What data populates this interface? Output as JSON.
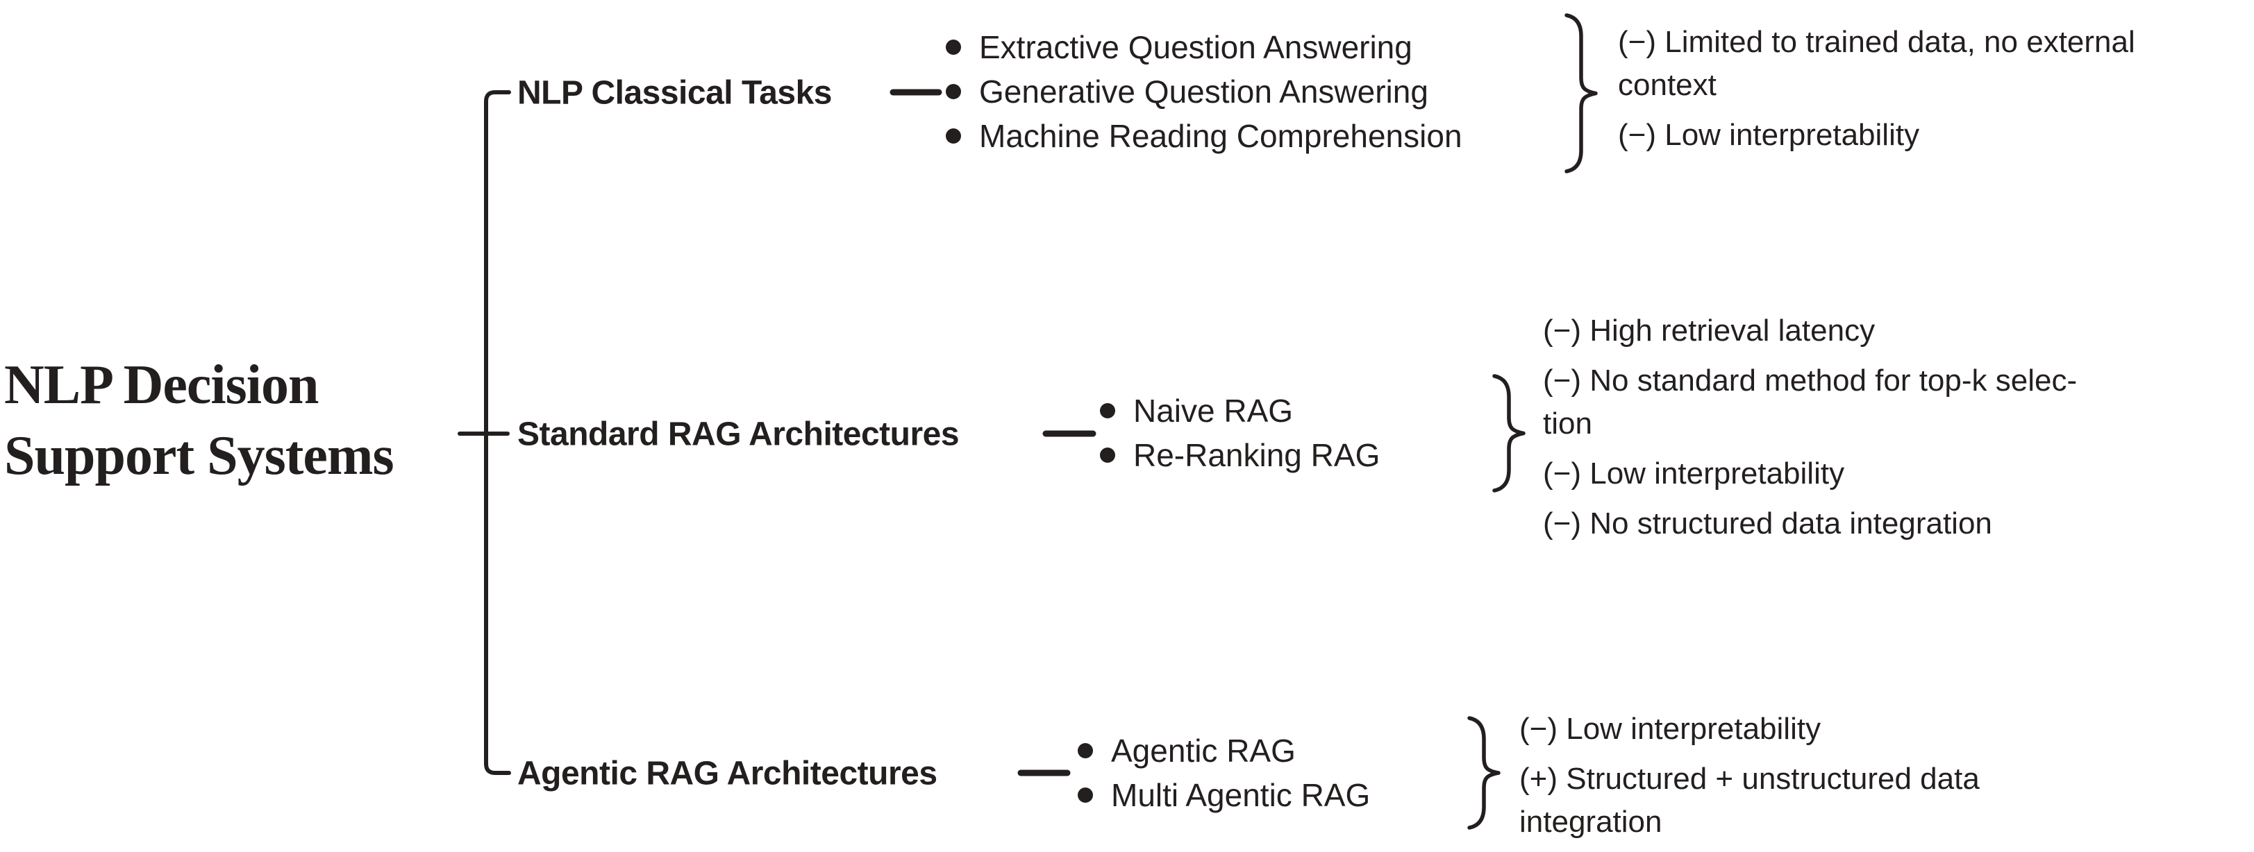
{
  "figure": {
    "root": {
      "lines": [
        "NLP Decision",
        "Support Systems"
      ]
    },
    "branches": [
      {
        "label": "NLP Classical Tasks",
        "bullets": [
          "Extractive Question Answering",
          "Generative Question Answering",
          "Machine Reading Comprehension"
        ],
        "notes": [
          "(−) Limited to trained data, no external\ncontext",
          "(−) Low interpretability"
        ]
      },
      {
        "label": "Standard RAG Architectures",
        "bullets": [
          "Naive RAG",
          "Re-Ranking RAG"
        ],
        "notes": [
          "(−) High retrieval latency",
          "(−) No standard method for top-k selec-\ntion",
          "(−) Low interpretability",
          "(−) No structured data integration"
        ]
      },
      {
        "label": "Agentic RAG Architectures",
        "bullets": [
          "Agentic RAG",
          "Multi Agentic RAG"
        ],
        "notes": [
          "(−) Low interpretability",
          "(+) Structured + unstructured data\nintegration"
        ]
      }
    ],
    "colors": {
      "ink": "#241f1f",
      "background": "#ffffff"
    }
  }
}
